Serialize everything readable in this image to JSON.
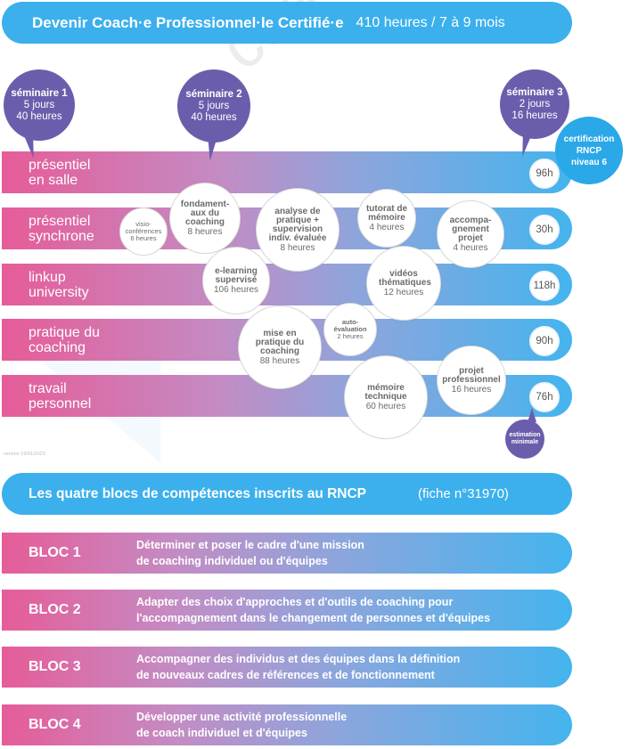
{
  "header": {
    "title": "Devenir Coach·e Professionnel·le Certifié·e",
    "subtitle": "410 heures / 7 à 9 mois"
  },
  "watermark": "coaching",
  "seminars": [
    {
      "title": "séminaire 1",
      "line1": "5 jours",
      "line2": "40 heures"
    },
    {
      "title": "séminaire 2",
      "line1": "5 jours",
      "line2": "40 heures"
    },
    {
      "title": "séminaire 3",
      "line1": "2 jours",
      "line2": "16 heures"
    }
  ],
  "certification": "certification RNCP niveau 6",
  "rows": [
    {
      "label": "présentiel en salle",
      "hours": "96h"
    },
    {
      "label": "présentiel synchrone",
      "hours": "30h"
    },
    {
      "label": "linkup university",
      "hours": "118h"
    },
    {
      "label": "pratique du coaching",
      "hours": "90h"
    },
    {
      "label": "travail personnel",
      "hours": "76h"
    }
  ],
  "activities": [
    {
      "title": "visio-conférences",
      "hours": "6 heures"
    },
    {
      "title": "fondament-aux du coaching",
      "hours": "8 heures"
    },
    {
      "title": "analyse de pratique + supervision indiv. évaluée",
      "hours": "8 heures"
    },
    {
      "title": "tutorat de mémoire",
      "hours": "4 heures"
    },
    {
      "title": "accompa-gnement projet",
      "hours": "4 heures"
    },
    {
      "title": "e-learning supervisé",
      "hours": "106 heures"
    },
    {
      "title": "vidéos thématiques",
      "hours": "12 heures"
    },
    {
      "title": "auto-évaluation",
      "hours": "2 heures"
    },
    {
      "title": "mise en pratique du coaching",
      "hours": "88 heures"
    },
    {
      "title": "mémoire technique",
      "hours": "60 heures"
    },
    {
      "title": "projet professionnel",
      "hours": "16 heures"
    }
  ],
  "estimation": "estimation minimale",
  "version": "version 19/01/2023",
  "rncp": {
    "title": "Les quatre blocs de compétences inscrits au RNCP",
    "fiche": "(fiche n°31970)"
  },
  "blocs": [
    {
      "name": "BLOC 1",
      "line1": "Déterminer et poser le cadre d'une mission",
      "line2": "de coaching individuel ou d'équipes"
    },
    {
      "name": "BLOC 2",
      "line1": "Adapter des choix d'approches et d'outils de coaching pour",
      "line2": "l'accompagnement dans le changement de personnes et d'équipes"
    },
    {
      "name": "BLOC 3",
      "line1": "Accompagner des individus et des équipes dans la définition",
      "line2": "de nouveaux cadres de références et de fonctionnement"
    },
    {
      "name": "BLOC 4",
      "line1": "Développer une activité professionnelle",
      "line2": "de coach individuel et d'équipes"
    }
  ],
  "colors": {
    "blue": "#3bb0ec",
    "pink": "#e65c98",
    "purple": "#6a5eac"
  }
}
